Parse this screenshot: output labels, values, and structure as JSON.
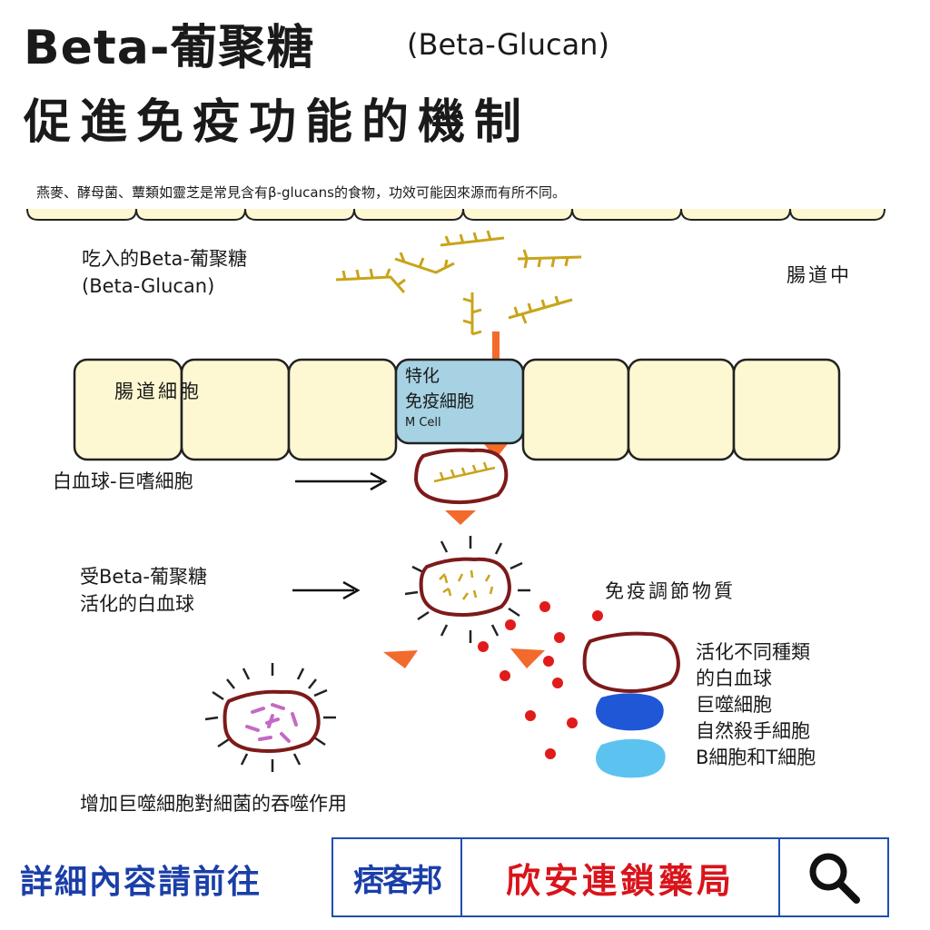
{
  "title": {
    "line1": "Beta-葡聚糖",
    "line1_sub": "(Beta-Glucan)",
    "line2": "促進免疫功能的機制"
  },
  "note": "燕麥、酵母菌、蕈類如靈芝是常見含有β-glucans的食物，功效可能因來源而有所不同。",
  "labels": {
    "ingested_line1": "吃入的Beta-葡聚糖",
    "ingested_line2": "(Beta-Glucan)",
    "gut_lumen": "腸道中",
    "intestinal_cell": "腸道細胞",
    "m_cell_line1": "特化",
    "m_cell_line2": "免疫細胞",
    "m_cell_line3": "M Cell",
    "macrophage": "白血球-巨嗜細胞",
    "activated_line1": "受Beta-葡聚糖",
    "activated_line2": "活化的白血球",
    "immune_regulators": "免疫調節物質",
    "legend_line1": "活化不同種類",
    "legend_line2": "的白血球",
    "legend_line3": "巨噬細胞",
    "legend_line4": "自然殺手細胞",
    "legend_line5": "B細胞和T細胞",
    "phagocytosis": "增加巨噬細胞對細菌的吞噬作用"
  },
  "footer": {
    "cta": "詳細內容請前往",
    "logo": "痞客邦",
    "pharmacy": "欣安連鎖藥局"
  },
  "colors": {
    "cell_fill": "#fdf8d2",
    "cell_stroke": "#222222",
    "m_cell_fill": "#a6d2e3",
    "wbc_stroke": "#7d1a1a",
    "glucan": "#c9a41a",
    "arrow_orange": "#f26a2c",
    "red_dot": "#e01b1b",
    "bacteria": "#c46ac4",
    "macrophage_blue": "#1f57d6",
    "nk_blue": "#5cc3f0",
    "footer_blue": "#1b3fa8",
    "footer_red": "#d9141b"
  }
}
